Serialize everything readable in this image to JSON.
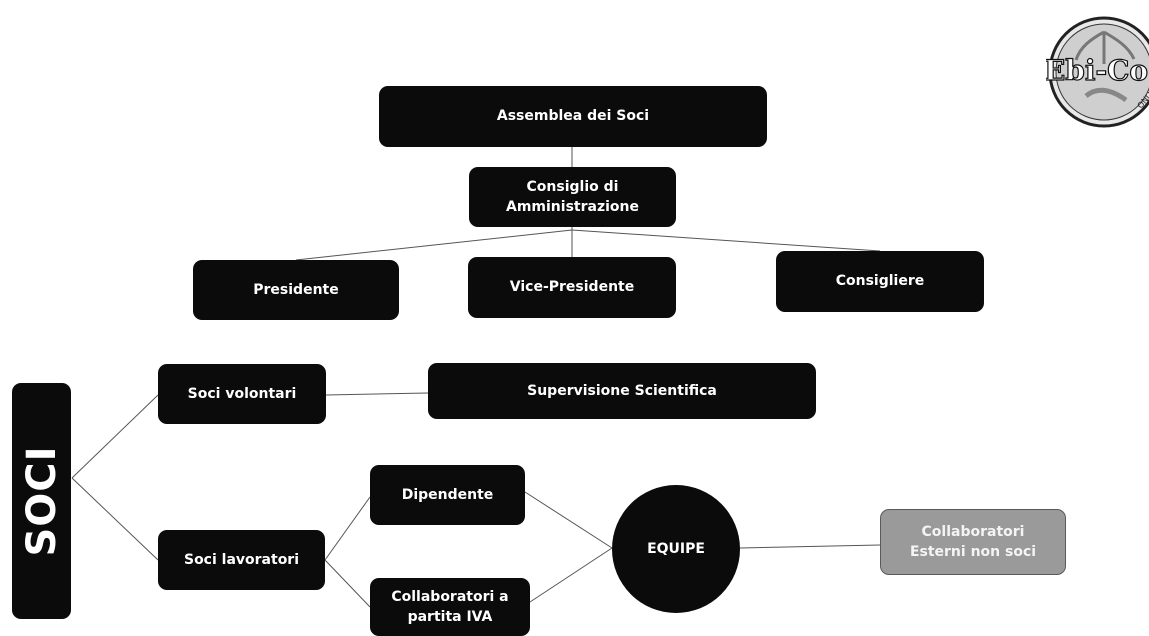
{
  "nodes": {
    "assemblea": "Assemblea dei Soci",
    "consiglio": "Consiglio di\nAmministrazione",
    "presidente": "Presidente",
    "vice_presidente": "Vice-Presidente",
    "consigliere": "Consigliere",
    "soci": "SOCI",
    "soci_volontari": "Soci volontari",
    "supervisione": "Supervisione  Scientifica",
    "soci_lavoratori": "Soci lavoratori",
    "dipendente": "Dipendente",
    "collaboratori_iva": "Collaboratori  a\npartita  IVA",
    "equipe": "EQUIPE",
    "collaboratori_esterni": "Collaboratori\nEsterni non soci"
  },
  "logo": {
    "text": "Ebi-Co",
    "subtext": "ONLUS"
  },
  "colors": {
    "node": "#0b0b0b",
    "external_node": "#9a9a9a",
    "connector": "#555555"
  }
}
